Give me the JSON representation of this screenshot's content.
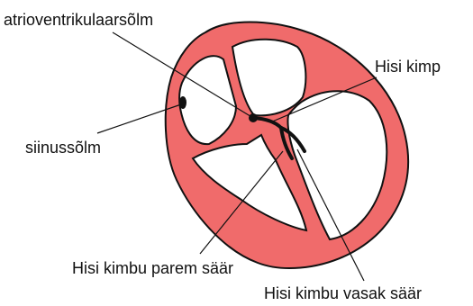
{
  "labels": {
    "av_node": "atrioventrikulaarsõlm",
    "sa_node": "siinussõlm",
    "his_bundle": "Hisi kimp",
    "right_branch": "Hisi kimbu parem säär",
    "left_branch": "Hisi kimbu vasak säär"
  },
  "colors": {
    "heart_wall": "#f06b6b",
    "outline": "#111111",
    "chamber": "#ffffff"
  }
}
